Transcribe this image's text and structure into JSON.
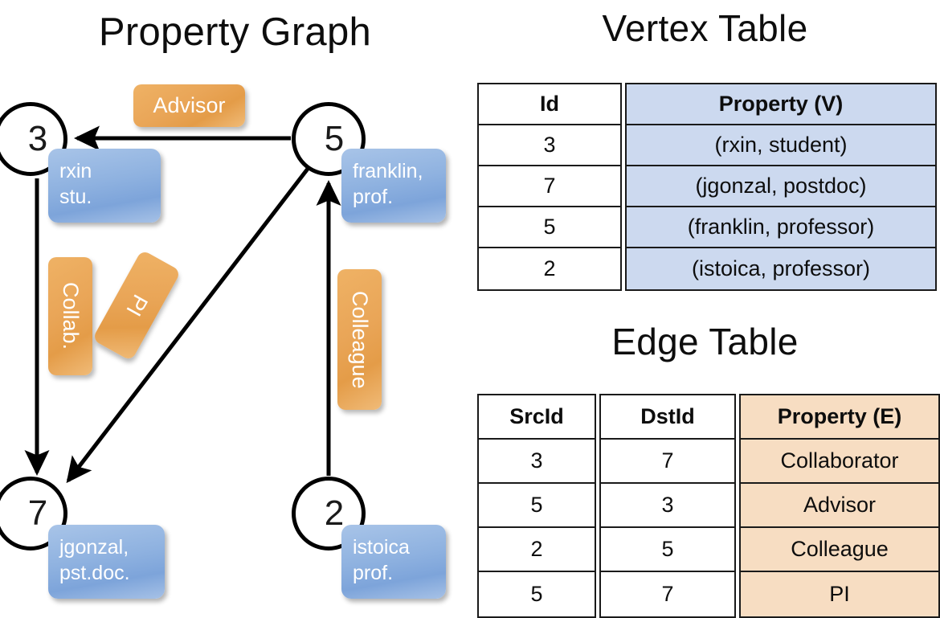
{
  "titles": {
    "property_graph": "Property Graph",
    "vertex_table": "Vertex Table",
    "edge_table": "Edge Table"
  },
  "graph": {
    "nodes": [
      {
        "id": "3",
        "property_line1": "rxin",
        "property_line2": "stu."
      },
      {
        "id": "5",
        "property_line1": "franklin,",
        "property_line2": "prof."
      },
      {
        "id": "7",
        "property_line1": "jgonzal,",
        "property_line2": "pst.doc."
      },
      {
        "id": "2",
        "property_line1": "istoica",
        "property_line2": "prof."
      }
    ],
    "edge_labels": [
      {
        "key": "advisor",
        "text": "Advisor",
        "orientation": "horizontal"
      },
      {
        "key": "collab",
        "text": "Collab.",
        "orientation": "vertical"
      },
      {
        "key": "pi",
        "text": "PI",
        "orientation": "vertical-rotated"
      },
      {
        "key": "colleague",
        "text": "Colleague",
        "orientation": "vertical"
      }
    ],
    "edges": [
      {
        "from": "5",
        "to": "3",
        "label": "Advisor"
      },
      {
        "from": "3",
        "to": "7",
        "label": "Collab."
      },
      {
        "from": "5",
        "to": "7",
        "label": "PI"
      },
      {
        "from": "2",
        "to": "5",
        "label": "Colleague"
      }
    ]
  },
  "vertex_table": {
    "headers": [
      "Id",
      "Property (V)"
    ],
    "rows": [
      {
        "id": "3",
        "property": "(rxin, student)"
      },
      {
        "id": "7",
        "property": "(jgonzal, postdoc)"
      },
      {
        "id": "5",
        "property": "(franklin, professor)"
      },
      {
        "id": "2",
        "property": "(istoica, professor)"
      }
    ]
  },
  "edge_table": {
    "headers": [
      "SrcId",
      "DstId",
      "Property (E)"
    ],
    "rows": [
      {
        "src": "3",
        "dst": "7",
        "property": "Collaborator"
      },
      {
        "src": "5",
        "dst": "3",
        "property": "Advisor"
      },
      {
        "src": "2",
        "dst": "5",
        "property": "Colleague"
      },
      {
        "src": "5",
        "dst": "7",
        "property": "PI"
      }
    ]
  },
  "colors": {
    "vertex_property_fill": "#ccd9ef",
    "edge_property_fill": "#f7ddc2",
    "vertex_box": "#8fb2e0",
    "edge_label_box": "#e9a557",
    "border": "#1a1a1a",
    "background": "#ffffff"
  }
}
